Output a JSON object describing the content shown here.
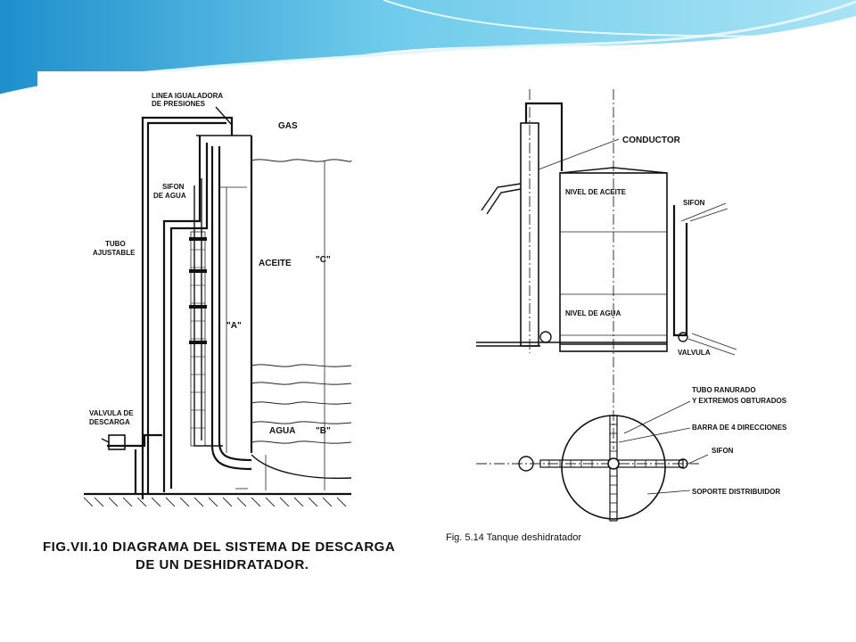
{
  "theme": {
    "header_colors": [
      "#1a8fc9",
      "#7fd3ee",
      "#bfeaf7",
      "#e8f8fd"
    ],
    "line_color": "#111111"
  },
  "left_figure": {
    "labels": {
      "linea_line1": "LINEA IGUALADORA",
      "linea_line2": "DE PRESIONES",
      "gas": "GAS",
      "sifon_line1": "SIFON",
      "sifon_line2": "DE AGUA",
      "tubo_line1": "TUBO",
      "tubo_line2": "AJUSTABLE",
      "aceite": "ACEITE",
      "c": "\"C\"",
      "a": "\"A\"",
      "valvula_line1": "VALVULA DE",
      "valvula_line2": "DESCARGA",
      "agua": "AGUA",
      "b": "\"B\""
    },
    "caption_line1": "FIG.VII.10 DIAGRAMA DEL SISTEMA DE DESCARGA",
    "caption_line2": "DE UN DESHIDRATADOR."
  },
  "right_figure": {
    "labels": {
      "conductor": "CONDUCTOR",
      "nivel_aceite": "NIVEL DE ACEITE",
      "sifon": "SIFON",
      "nivel_agua": "NIVEL DE AGUA",
      "valvula": "VALVULA",
      "tubo_ranurado_line1": "TUBO RANURADO",
      "tubo_ranurado_line2": "Y EXTREMOS OBTURADOS",
      "barra": "BARRA DE 4 DIRECCIONES",
      "sifon_bottom": "SIFON",
      "soporte": "SOPORTE DISTRIBUIDOR"
    },
    "caption": "Fig. 5.14 Tanque deshidratador"
  }
}
